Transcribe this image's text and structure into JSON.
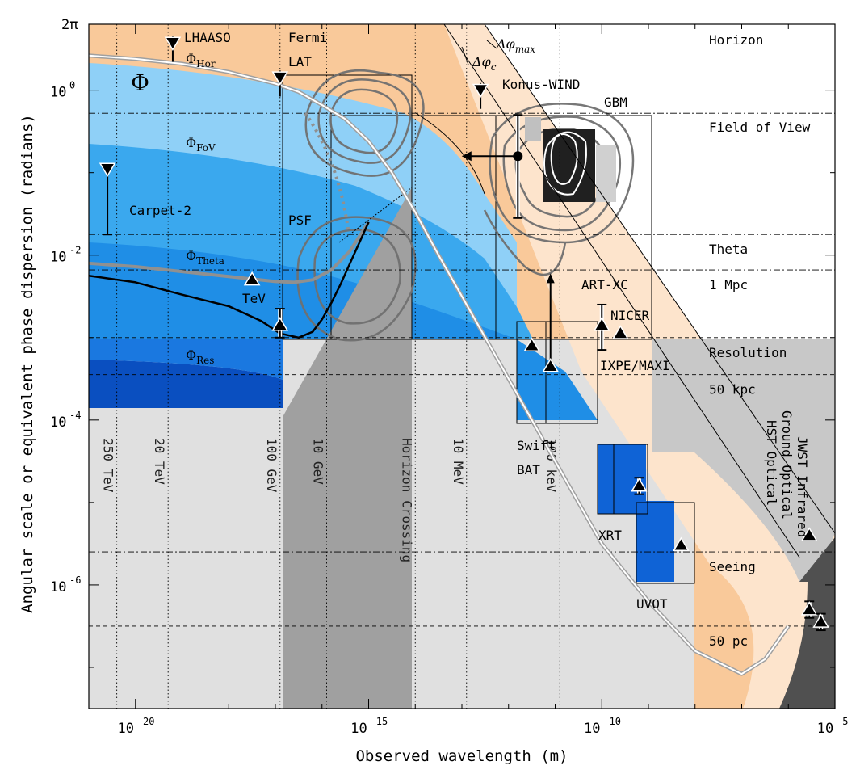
{
  "chart_data": {
    "type": "line",
    "xlabel": "Observed wavelength (m)",
    "ylabel": "Angular scale or equivalent phase dispersion (radians)",
    "x_scale": "log",
    "y_scale": "log",
    "xlim": [
      -21.0,
      -5.0
    ],
    "ylim": [
      -7.5,
      0.8
    ],
    "x_ticks": [
      {
        "value": -20,
        "label": "10",
        "exp": "-20"
      },
      {
        "value": -15,
        "label": "10",
        "exp": "-15"
      },
      {
        "value": -10,
        "label": "10",
        "exp": "-10"
      },
      {
        "value": -5,
        "label": "10",
        "exp": "-5"
      }
    ],
    "y_ticks": [
      {
        "value": 0,
        "label": "10",
        "exp": "0"
      },
      {
        "value": -2,
        "label": "10",
        "exp": "-2"
      },
      {
        "value": -4,
        "label": "10",
        "exp": "-4"
      },
      {
        "value": -6,
        "label": "10",
        "exp": "-6"
      }
    ],
    "y_top_label": "2π",
    "reference_lines": [
      {
        "name": "Horizon",
        "log_y": 0.8
      },
      {
        "name": "Field of View",
        "log_y": -0.28
      },
      {
        "name": "Theta",
        "log_y": -1.75
      },
      {
        "name": "1 Mpc",
        "log_y": -2.18
      },
      {
        "name": "Resolution",
        "log_y": -3.0
      },
      {
        "name": "50 kpc",
        "log_y": -3.45
      },
      {
        "name": "Seeing",
        "log_y": -5.6
      },
      {
        "name": "50 pc",
        "log_y": -6.5
      }
    ],
    "energy_lines": [
      {
        "label": "250 TeV",
        "log_x": -20.4
      },
      {
        "label": "20 TeV",
        "log_x": -19.3
      },
      {
        "label": "100 GeV",
        "log_x": -16.9
      },
      {
        "label": "10 GeV",
        "log_x": -15.9
      },
      {
        "label": "Horizon Crossing",
        "log_x": -14.0
      },
      {
        "label": "10 MeV",
        "log_x": -12.9
      },
      {
        "label": "100 keV",
        "log_x": -10.9
      }
    ],
    "instrument_labels": [
      "LHAASO",
      "Fermi",
      "LAT",
      "Konus-WIND",
      "GBM",
      "Carpet-2",
      "PSF",
      "TeV",
      "ART-XC",
      "NICER",
      "IXPE/MAXI",
      "Swift",
      "BAT",
      "XRT",
      "UVOT",
      "JWST Infrared",
      "Ground Optical",
      "HST Optical"
    ],
    "series": [
      {
        "name": "Φ",
        "sub": "",
        "x": [
          -21,
          -20,
          -19,
          -18,
          -17,
          -16.5,
          -16,
          -15.5,
          -15,
          -14.5,
          -14,
          -13.5,
          -13,
          -12,
          -11,
          -10,
          -9,
          -8,
          -7,
          -6.5,
          -6
        ],
        "y": [
          0.42,
          0.38,
          0.32,
          0.22,
          0.08,
          -0.02,
          -0.18,
          -0.35,
          -0.62,
          -1.0,
          -1.48,
          -2.0,
          -2.5,
          -3.5,
          -4.5,
          -5.5,
          -6.2,
          -6.8,
          -7.08,
          -6.9,
          -6.5
        ]
      },
      {
        "name": "Φ",
        "sub": "Theta",
        "x": [
          -21,
          -20,
          -19,
          -18,
          -17,
          -16.6,
          -16.2,
          -15.8,
          -15.4,
          -15.0
        ],
        "y": [
          -2.1,
          -2.14,
          -2.2,
          -2.26,
          -2.32,
          -2.33,
          -2.3,
          -2.18,
          -1.95,
          -1.6
        ]
      },
      {
        "name": "",
        "sub": "",
        "x": [
          -21,
          -20,
          -19,
          -18,
          -17.3,
          -16.9,
          -16.5,
          -16.2,
          -16.0,
          -15.8,
          -15.6,
          -15.4,
          -15.2,
          -15.0
        ],
        "y": [
          -2.25,
          -2.33,
          -2.48,
          -2.62,
          -2.8,
          -2.95,
          -3.0,
          -2.93,
          -2.78,
          -2.58,
          -2.35,
          -2.1,
          -1.85,
          -1.6
        ]
      }
    ],
    "data_points": [
      {
        "x": -19.2,
        "y": 0.52,
        "type": "upper_limit"
      },
      {
        "x": -16.9,
        "y": 0.1,
        "type": "upper_limit"
      },
      {
        "x": -20.6,
        "y": -0.95,
        "type": "upper_limit_bar",
        "y2": -1.75
      },
      {
        "x": -12.6,
        "y": -0.05,
        "type": "upper_limit"
      },
      {
        "x": -11.8,
        "y": -0.8,
        "type": "point_xerr",
        "yerr": [
          -1.55,
          -0.3
        ],
        "xerr_to": -12.9
      },
      {
        "x": -17.5,
        "y": -2.3,
        "type": "triangle"
      },
      {
        "x": -16.9,
        "y": -2.85,
        "type": "triangle_err",
        "yerr": [
          -3.0,
          -2.65
        ]
      },
      {
        "x": -11.5,
        "y": -3.1,
        "type": "triangle"
      },
      {
        "x": -11.1,
        "y": -3.35,
        "type": "lower_limit",
        "y2": -2.3
      },
      {
        "x": -10.0,
        "y": -2.85,
        "type": "triangle_err",
        "yerr": [
          -3.15,
          -2.6
        ]
      },
      {
        "x": -9.6,
        "y": -2.95,
        "type": "triangle"
      },
      {
        "x": -9.2,
        "y": -4.8,
        "type": "triangle_err",
        "yerr": [
          -4.9,
          -4.7
        ]
      },
      {
        "x": -8.3,
        "y": -5.52,
        "type": "triangle"
      },
      {
        "x": -5.55,
        "y": -5.4,
        "type": "triangle"
      },
      {
        "x": -5.55,
        "y": -6.3,
        "type": "triangle_err",
        "yerr": [
          -6.4,
          -6.2
        ]
      },
      {
        "x": -5.3,
        "y": -6.45,
        "type": "triangle_err",
        "yerr": [
          -6.55,
          -6.35
        ]
      }
    ]
  },
  "labels": {
    "phi_big": "Φ",
    "phi_hor": "Φ",
    "phi_hor_sub": "Hor",
    "phi_fov": "Φ",
    "phi_fov_sub": "FoV",
    "phi_theta": "Φ",
    "phi_theta_sub": "Theta",
    "phi_res": "Φ",
    "phi_res_sub": "Res",
    "dphi_max": "Δφ",
    "dphi_max_sub": "max",
    "dphi_c": "Δφ",
    "dphi_c_sub": "c"
  },
  "colors": {
    "light_grey": "#e0e0e0",
    "mid_grey": "#a0a0a0",
    "dark_grey": "#505050",
    "orange_light": "#fde4cc",
    "orange": "#f9c99a",
    "blue_light": "#8fd0f7",
    "blue_mid": "#3aa8ee",
    "blue": "#1f8ee6",
    "blue_dark": "#0f63d6",
    "blue_darker": "#0a4fc0"
  }
}
